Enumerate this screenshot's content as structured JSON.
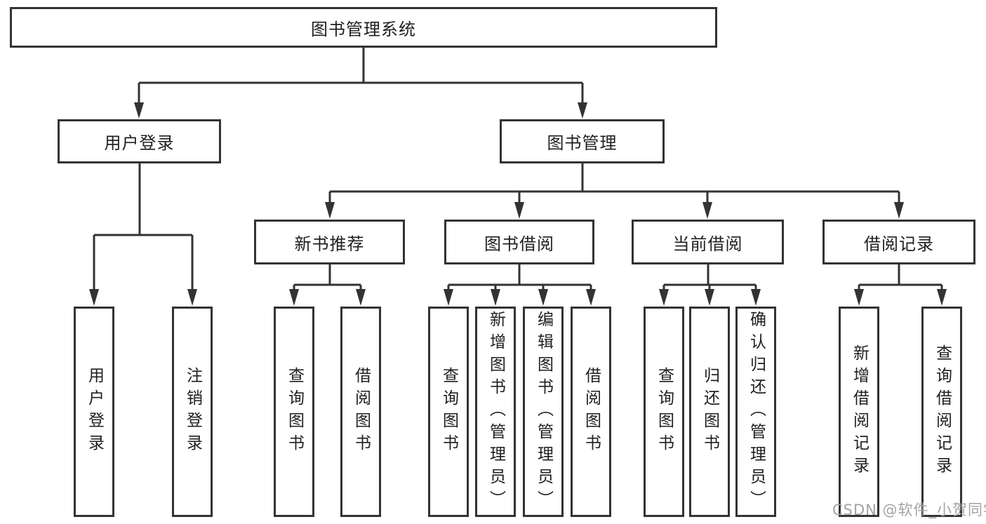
{
  "tree": {
    "root": {
      "label": "图书管理系统",
      "children": [
        {
          "label": "用户登录",
          "children": [
            {
              "label": "用户登录"
            },
            {
              "label": "注销登录"
            }
          ]
        },
        {
          "label": "图书管理",
          "children": [
            {
              "label": "新书推荐",
              "children": [
                {
                  "label": "查询图书"
                },
                {
                  "label": "借阅图书"
                }
              ]
            },
            {
              "label": "图书借阅",
              "children": [
                {
                  "label": "查询图书"
                },
                {
                  "label": "新增图书（管理员）"
                },
                {
                  "label": "编辑图书（管理员）"
                },
                {
                  "label": "借阅图书"
                }
              ]
            },
            {
              "label": "当前借阅",
              "children": [
                {
                  "label": "查询图书"
                },
                {
                  "label": "归还图书"
                },
                {
                  "label": "确认归还（管理员）"
                }
              ]
            },
            {
              "label": "借阅记录",
              "children": [
                {
                  "label": "新增借阅记录"
                },
                {
                  "label": "查询借阅记录"
                }
              ]
            }
          ]
        }
      ]
    }
  },
  "watermark": {
    "text": "CSDN @软件_小贺同学"
  },
  "colors": {
    "line": "#333333",
    "box_border": "#333333",
    "text": "#1f1f1f",
    "watermark": "#9e9e9e",
    "background": "#ffffff"
  }
}
